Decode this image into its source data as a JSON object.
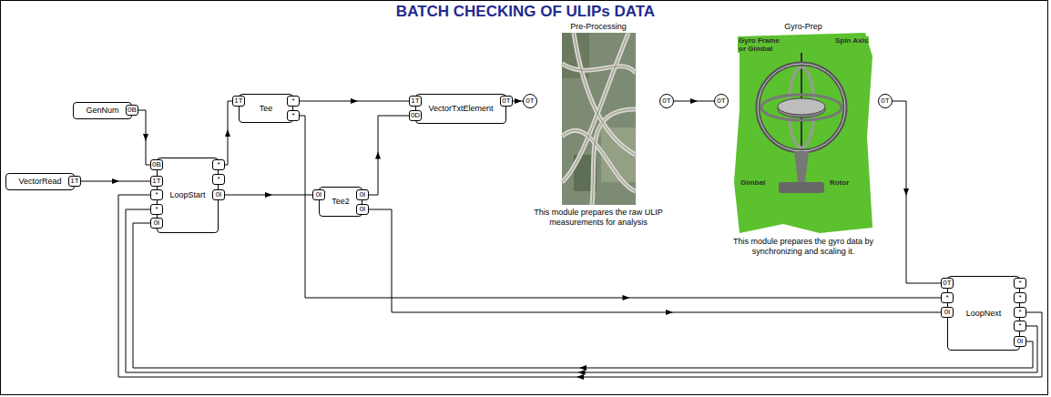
{
  "diagram": {
    "title": "BATCH CHECKING OF ULIPs DATA",
    "nodes": [
      {
        "text": [
          "GenNum"
        ]
      },
      {
        "text": [
          "VectorRead"
        ]
      },
      {
        "text": [
          "LoopStart"
        ]
      },
      {
        "text": [
          "Tee"
        ]
      },
      {
        "text": [
          "Tee2"
        ]
      },
      {
        "text": [
          "VectorTxtElement"
        ]
      },
      {
        "text": [
          "Pre-Processing",
          "This module prepares the raw ULIP measurements for analysis"
        ]
      },
      {
        "text": [
          "Gyro-Prep",
          "This module prepares the gyro data by synchronizing and scaling it."
        ]
      },
      {
        "text": [
          "LoopNext"
        ]
      }
    ],
    "edges": [
      {
        "from": 0,
        "to": 2,
        "arrow": "to"
      },
      {
        "from": 1,
        "to": 2,
        "arrow": "to"
      },
      {
        "from": 2,
        "to": 3,
        "arrow": "to"
      },
      {
        "from": 2,
        "to": 4,
        "arrow": "to"
      },
      {
        "from": 3,
        "to": 5,
        "arrow": "to"
      },
      {
        "from": 3,
        "to": 8,
        "arrow": "to"
      },
      {
        "from": 4,
        "to": 5,
        "arrow": "to"
      },
      {
        "from": 4,
        "to": 8,
        "arrow": "to"
      },
      {
        "from": 5,
        "to": 6,
        "arrow": "to"
      },
      {
        "from": 6,
        "to": 7,
        "arrow": "to"
      },
      {
        "from": 7,
        "to": 8,
        "arrow": "to"
      },
      {
        "from": 8,
        "to": 2,
        "arrow": "to"
      },
      {
        "from": 8,
        "to": 2,
        "arrow": "to"
      },
      {
        "from": 8,
        "to": 2,
        "arrow": "to"
      }
    ],
    "labels": [
      "0B",
      "1T",
      "0B",
      "1T",
      "*",
      "*",
      "0I",
      "*",
      "*",
      "0I",
      "1T",
      "*",
      "*",
      "0I",
      "0I",
      "0I",
      "1T",
      "0D",
      "0T",
      "0T",
      "0T",
      "0T",
      "0T",
      "0T",
      "*",
      "0I",
      "*",
      "*",
      "*",
      "*",
      "0I",
      "Gyro Frame or Gimbal",
      "Spin Axis",
      "Gimbal",
      "Rotor"
    ]
  }
}
